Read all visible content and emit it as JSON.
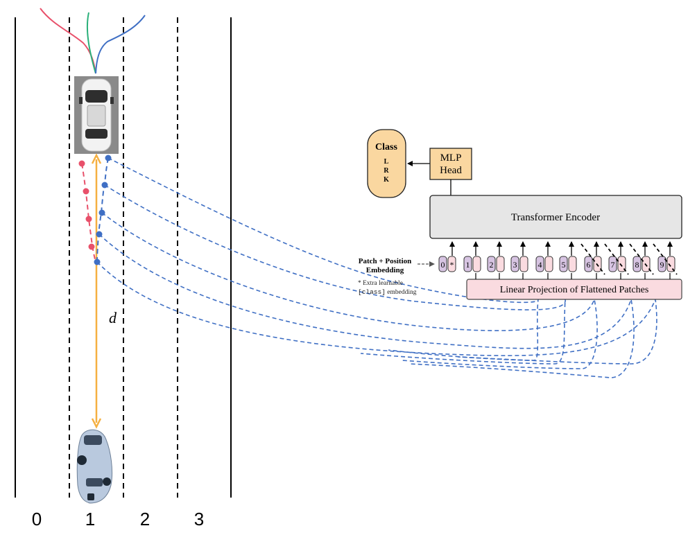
{
  "lanes": {
    "labels": [
      "0",
      "1",
      "2",
      "3"
    ]
  },
  "distance_label": "d",
  "vit": {
    "class_title": "Class",
    "class_items": [
      "L",
      "R",
      "K"
    ],
    "mlp_head_line1": "MLP",
    "mlp_head_line2": "Head",
    "encoder_label": "Transformer Encoder",
    "embedding_label_line1": "Patch + Position",
    "embedding_label_line2": "Embedding",
    "footnote_line1": "* Extra learnable",
    "footnote_line2_code": "[class]",
    "footnote_line2_text": " embedding",
    "projection_label": "Linear Projection of Flattened Patches",
    "token_labels": [
      "0",
      "1",
      "2",
      "3",
      "4",
      "5",
      "6",
      "7",
      "8",
      "9"
    ],
    "class_token_marker": "*"
  },
  "colors": {
    "trajectory_red": "#e8506a",
    "trajectory_blue": "#3f6fc4",
    "distance_arrow": "#f5b041",
    "class_box": "#fad7a0",
    "mlp_box": "#fad7a0",
    "encoder_box": "#e6e6e6",
    "projection_box": "#fadbe0",
    "token_pos": "#d7c4e2",
    "token_patch": "#fadbe0"
  }
}
